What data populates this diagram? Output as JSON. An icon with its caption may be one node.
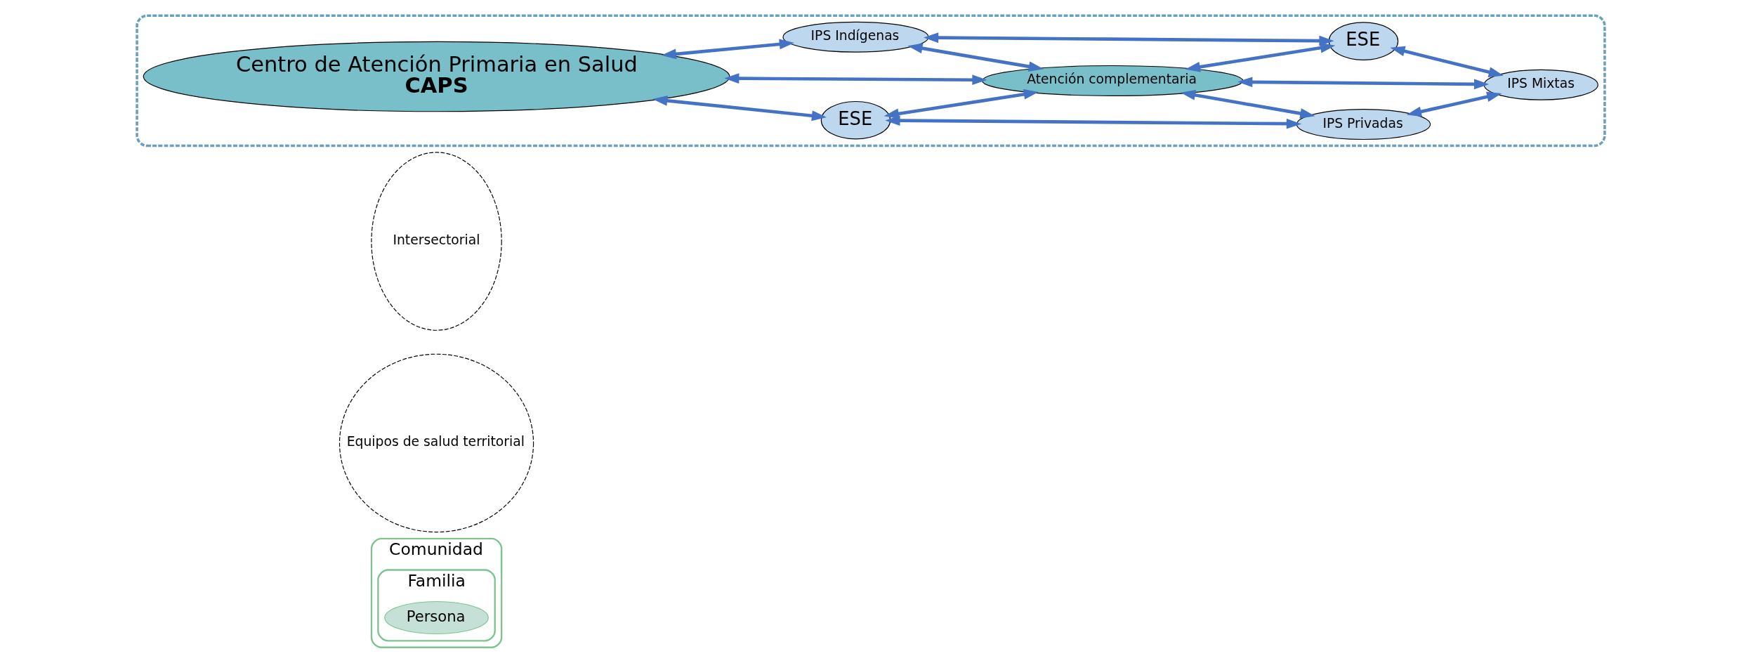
{
  "diagram": {
    "nodes": [
      {
        "text": [
          "Comunidad"
        ]
      },
      {
        "text": [
          "Familia"
        ],
        "in": 0
      },
      {
        "text": [
          "Persona"
        ],
        "in": 1
      },
      {
        "text": [
          "Equipos de salud territorial"
        ]
      },
      {
        "text": [
          "Intersectorial"
        ]
      },
      {
        "text": [],
        "shape": "ellipse"
      },
      {
        "text": [
          "Centro de Atención Primaria en Salud",
          "CAPS"
        ],
        "in": 5
      },
      {
        "text": [
          "ESE"
        ],
        "in": 5
      },
      {
        "text": [
          "IPS Privadas"
        ],
        "in": 5
      },
      {
        "text": [
          "Atención complementaria"
        ],
        "in": 5
      },
      {
        "text": [
          "IPS Mixtas"
        ],
        "in": 5
      },
      {
        "text": [
          "IPS Indígenas"
        ],
        "in": 5
      },
      {
        "text": [
          "ESE"
        ],
        "in": 5
      }
    ],
    "edges": [
      {
        "from": 6,
        "to": 7,
        "arrow": "both"
      },
      {
        "from": 7,
        "to": 8,
        "arrow": "both"
      },
      {
        "from": 7,
        "to": 9,
        "arrow": "both"
      },
      {
        "from": 9,
        "to": 8,
        "arrow": "both"
      },
      {
        "from": 8,
        "to": 10,
        "arrow": "both"
      },
      {
        "from": 6,
        "to": 9,
        "arrow": "both"
      },
      {
        "from": 9,
        "to": 10,
        "arrow": "both"
      },
      {
        "from": 6,
        "to": 11,
        "arrow": "both"
      },
      {
        "from": 11,
        "to": 9,
        "arrow": "both"
      },
      {
        "from": 9,
        "to": 12,
        "arrow": "both"
      },
      {
        "from": 12,
        "to": 10,
        "arrow": "both"
      },
      {
        "from": 11,
        "to": 12,
        "arrow": "both"
      }
    ]
  }
}
